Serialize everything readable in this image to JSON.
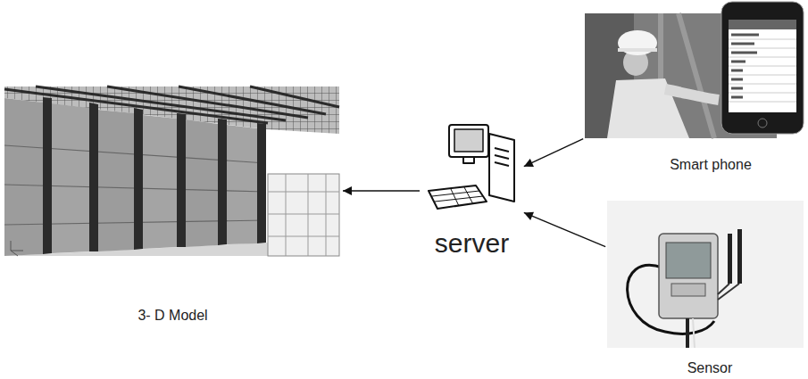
{
  "diagram": {
    "nodes": [
      {
        "text": [
          "3- D Model"
        ]
      },
      {
        "text": [
          "server"
        ]
      },
      {
        "text": [
          "Smart phone"
        ]
      },
      {
        "text": [
          "Sensor"
        ]
      }
    ],
    "edges": [
      {
        "from": 2,
        "to": 1,
        "arrow": "to"
      },
      {
        "from": 3,
        "to": 1,
        "arrow": "to"
      },
      {
        "from": 1,
        "to": 0,
        "arrow": "to"
      }
    ]
  }
}
